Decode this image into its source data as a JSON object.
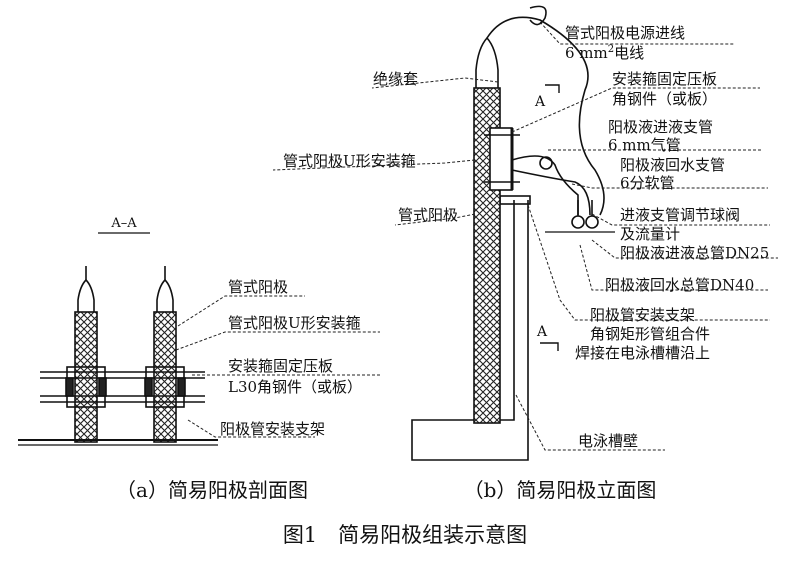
{
  "section_a": {
    "section_mark": "A–A",
    "labels": {
      "anode": "管式阳极",
      "u_hoop": "管式阳极U形安装箍",
      "clamp_line1": "安装箍固定压板",
      "clamp_line2": "L30角钢件（或板）",
      "bracket": "阳极管安装支架"
    },
    "caption": "（a）简易阳极剖面图"
  },
  "section_b": {
    "labels": {
      "power_line1": "管式阳极电源进线",
      "power_line2_pre": "6 mm",
      "power_line2_sup": "2",
      "power_line2_post": "电线",
      "insulator": "绝缘套",
      "clamp_line1": "安装箍固定压板",
      "clamp_line2": "角钢件（或板）",
      "u_hoop": "管式阳极U形安装箍",
      "feed_branch_line1": "阳极液进液支管",
      "feed_branch_line2": "6 mm气管",
      "return_branch_line1": "阳极液回水支管",
      "return_branch_line2": "6分软管",
      "anode": "管式阳极",
      "valve_line1": "进液支管调节球阀",
      "valve_line2": "及流量计",
      "feed_main": "阳极液进液总管DN25",
      "return_main": "阳极液回水总管DN40",
      "bracket_line1": "阳极管安装支架",
      "bracket_line2": "角钢矩形管组合件",
      "bracket_line3": "焊接在电泳槽槽沿上",
      "tank_wall": "电泳槽壁",
      "section_mark_top": "A",
      "section_mark_bottom": "A"
    },
    "caption": "（b）简易阳极立面图"
  },
  "figure_caption": "图1　简易阳极组装示意图"
}
